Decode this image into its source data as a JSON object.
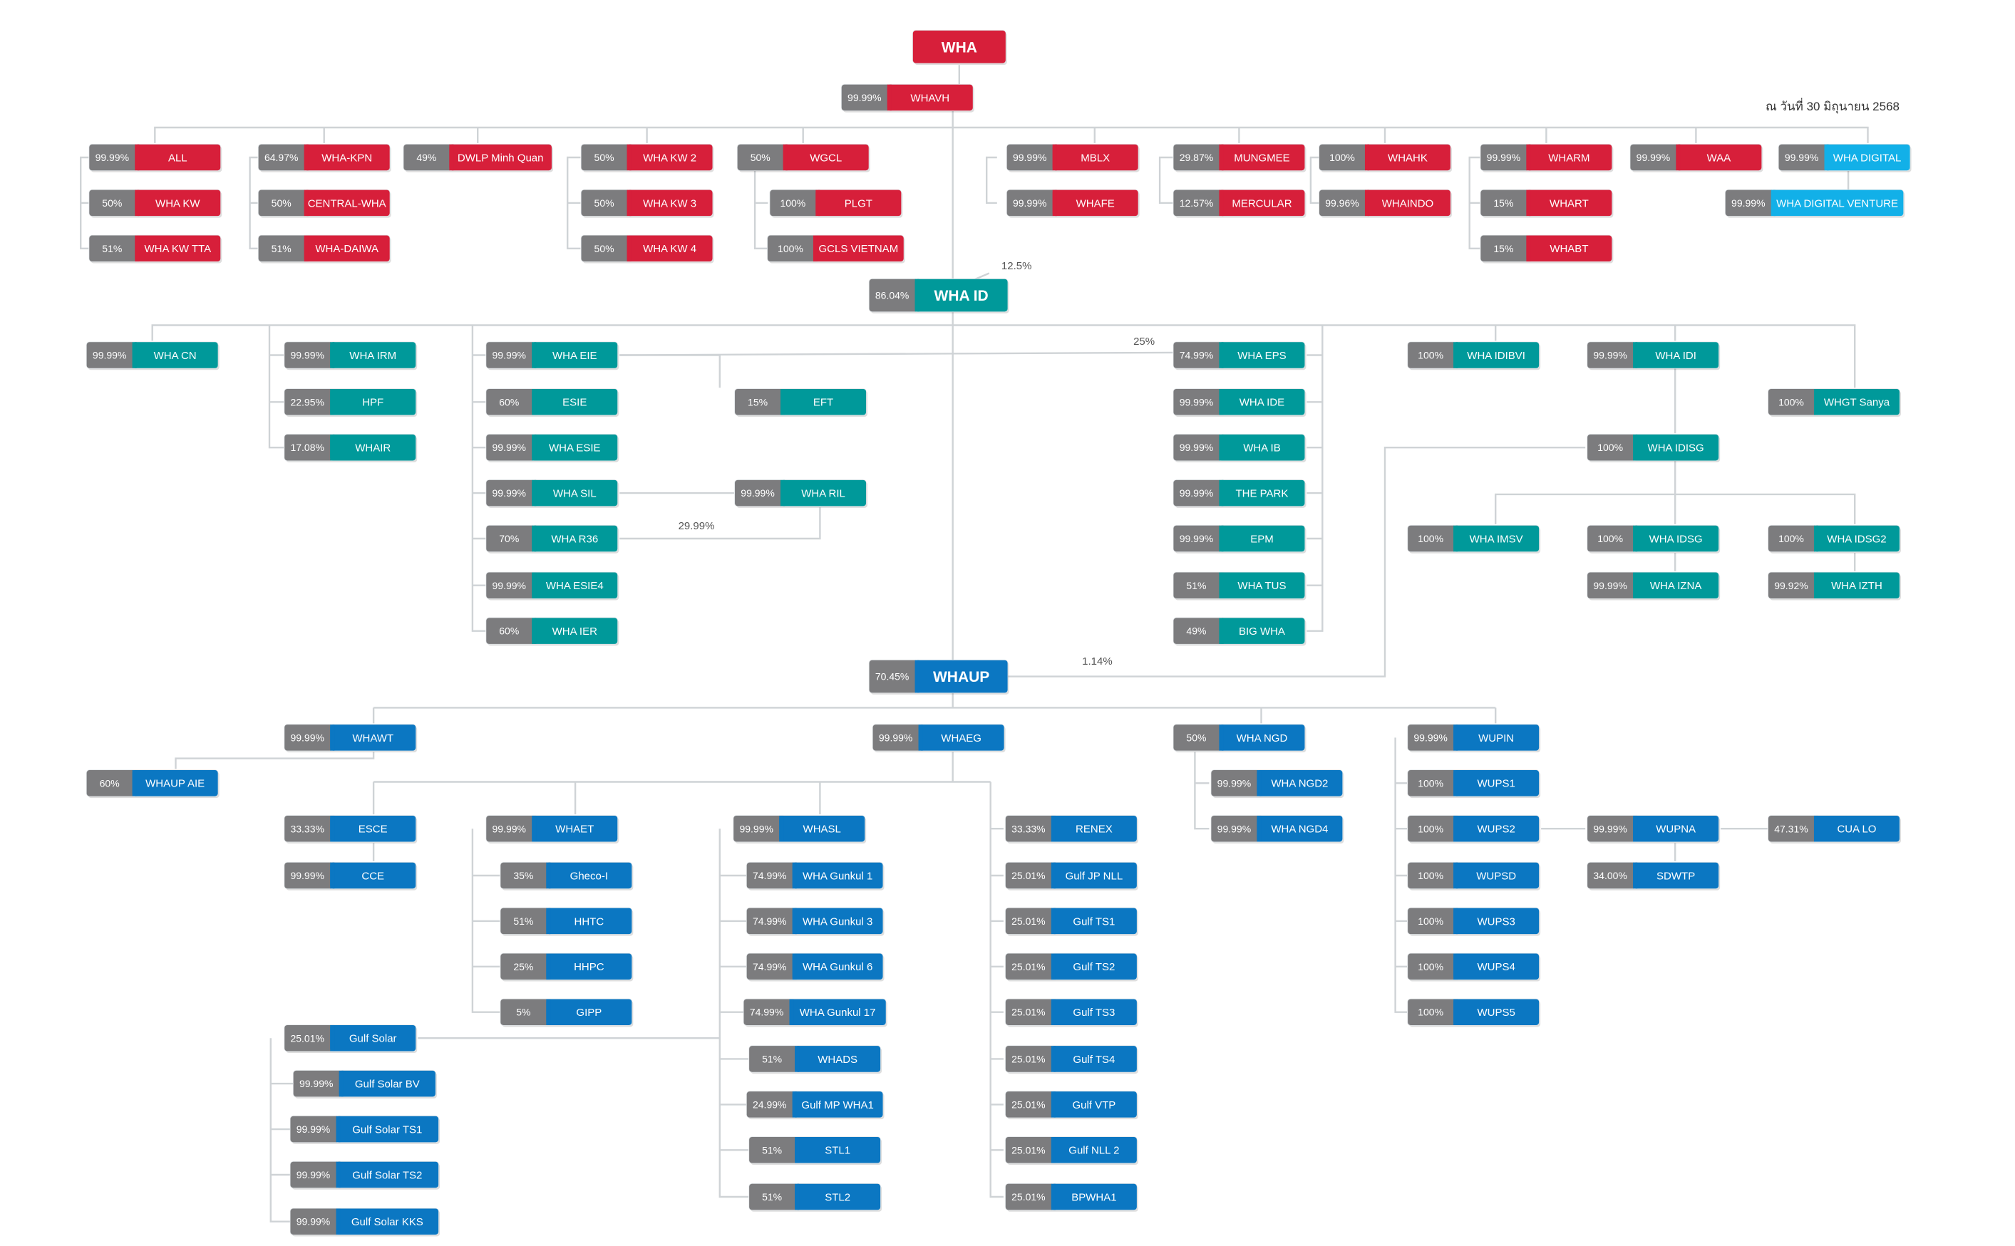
{
  "date_label": "ณ วันที่ 30 มิถุนายน 2568",
  "colors": {
    "red": "#d71f3a",
    "teal": "#00999a",
    "blue": "#0b77c2",
    "cyan": "#12b0e8",
    "gray": "#7c7c7e",
    "line": "#cfd3d6"
  },
  "nodes": [
    {
      "id": "wha",
      "name": "WHA",
      "pct": "",
      "color": "red"
    },
    {
      "id": "whavh",
      "name": "WHAVH",
      "pct": "99.99%",
      "color": "red"
    },
    {
      "id": "all",
      "name": "ALL",
      "pct": "99.99%",
      "color": "red"
    },
    {
      "id": "whakw",
      "name": "WHA KW",
      "pct": "50%",
      "color": "red"
    },
    {
      "id": "whakwtta",
      "name": "WHA KW TTA",
      "pct": "51%",
      "color": "red"
    },
    {
      "id": "whakpn",
      "name": "WHA-KPN",
      "pct": "64.97%",
      "color": "red"
    },
    {
      "id": "centralwha",
      "name": "CENTRAL-WHA",
      "pct": "50%",
      "color": "red"
    },
    {
      "id": "whadaiwa",
      "name": "WHA-DAIWA",
      "pct": "51%",
      "color": "red"
    },
    {
      "id": "dwlp",
      "name": "DWLP Minh Quan",
      "pct": "49%",
      "color": "red"
    },
    {
      "id": "whakw2",
      "name": "WHA KW 2",
      "pct": "50%",
      "color": "red"
    },
    {
      "id": "whakw3",
      "name": "WHA KW 3",
      "pct": "50%",
      "color": "red"
    },
    {
      "id": "whakw4",
      "name": "WHA KW 4",
      "pct": "50%",
      "color": "red"
    },
    {
      "id": "wgcl",
      "name": "WGCL",
      "pct": "50%",
      "color": "red"
    },
    {
      "id": "plgt",
      "name": "PLGT",
      "pct": "100%",
      "color": "red"
    },
    {
      "id": "gcls",
      "name": "GCLS VIETNAM",
      "pct": "100%",
      "color": "red"
    },
    {
      "id": "mblx",
      "name": "MBLX",
      "pct": "99.99%",
      "color": "red"
    },
    {
      "id": "whafe",
      "name": "WHAFE",
      "pct": "99.99%",
      "color": "red"
    },
    {
      "id": "mungmee",
      "name": "MUNGMEE",
      "pct": "29.87%",
      "color": "red"
    },
    {
      "id": "mercular",
      "name": "MERCULAR",
      "pct": "12.57%",
      "color": "red"
    },
    {
      "id": "whahk",
      "name": "WHAHK",
      "pct": "100%",
      "color": "red"
    },
    {
      "id": "whaindo",
      "name": "WHAINDO",
      "pct": "99.96%",
      "color": "red"
    },
    {
      "id": "wharm",
      "name": "WHARM",
      "pct": "99.99%",
      "color": "red"
    },
    {
      "id": "whart",
      "name": "WHART",
      "pct": "15%",
      "color": "red"
    },
    {
      "id": "whabt",
      "name": "WHABT",
      "pct": "15%",
      "color": "red"
    },
    {
      "id": "waa",
      "name": "WAA",
      "pct": "99.99%",
      "color": "red"
    },
    {
      "id": "whadigital",
      "name": "WHA DIGITAL",
      "pct": "99.99%",
      "color": "cyan"
    },
    {
      "id": "whadigitalventure",
      "name": "WHA DIGITAL VENTURE",
      "pct": "99.99%",
      "color": "cyan"
    },
    {
      "id": "whaid",
      "name": "WHA ID",
      "pct": "86.04%",
      "color": "teal"
    },
    {
      "id": "whacn",
      "name": "WHA CN",
      "pct": "99.99%",
      "color": "teal"
    },
    {
      "id": "whairm",
      "name": "WHA IRM",
      "pct": "99.99%",
      "color": "teal"
    },
    {
      "id": "hpf",
      "name": "HPF",
      "pct": "22.95%",
      "color": "teal"
    },
    {
      "id": "whair",
      "name": "WHAIR",
      "pct": "17.08%",
      "color": "teal"
    },
    {
      "id": "whaeie",
      "name": "WHA EIE",
      "pct": "99.99%",
      "color": "teal"
    },
    {
      "id": "esie",
      "name": "ESIE",
      "pct": "60%",
      "color": "teal"
    },
    {
      "id": "whaesie",
      "name": "WHA ESIE",
      "pct": "99.99%",
      "color": "teal"
    },
    {
      "id": "whasil",
      "name": "WHA SIL",
      "pct": "99.99%",
      "color": "teal"
    },
    {
      "id": "whar36",
      "name": "WHA R36",
      "pct": "70%",
      "color": "teal"
    },
    {
      "id": "whaesie4",
      "name": "WHA ESIE4",
      "pct": "99.99%",
      "color": "teal"
    },
    {
      "id": "whaier",
      "name": "WHA IER",
      "pct": "60%",
      "color": "teal"
    },
    {
      "id": "eft",
      "name": "EFT",
      "pct": "15%",
      "color": "teal"
    },
    {
      "id": "wharil",
      "name": "WHA RIL",
      "pct": "99.99%",
      "color": "teal"
    },
    {
      "id": "whaeps",
      "name": "WHA EPS",
      "pct": "74.99%",
      "color": "teal"
    },
    {
      "id": "whaide",
      "name": "WHA IDE",
      "pct": "99.99%",
      "color": "teal"
    },
    {
      "id": "whaib",
      "name": "WHA IB",
      "pct": "99.99%",
      "color": "teal"
    },
    {
      "id": "thepark",
      "name": "THE PARK",
      "pct": "99.99%",
      "color": "teal"
    },
    {
      "id": "epm",
      "name": "EPM",
      "pct": "99.99%",
      "color": "teal"
    },
    {
      "id": "whatus",
      "name": "WHA TUS",
      "pct": "51%",
      "color": "teal"
    },
    {
      "id": "bigwha",
      "name": "BIG WHA",
      "pct": "49%",
      "color": "teal"
    },
    {
      "id": "whaidibvi",
      "name": "WHA IDIBVI",
      "pct": "100%",
      "color": "teal"
    },
    {
      "id": "whaidi",
      "name": "WHA IDI",
      "pct": "99.99%",
      "color": "teal"
    },
    {
      "id": "whgtsanya",
      "name": "WHGT Sanya",
      "pct": "100%",
      "color": "teal"
    },
    {
      "id": "whaidisg",
      "name": "WHA IDISG",
      "pct": "100%",
      "color": "teal"
    },
    {
      "id": "whaimsv",
      "name": "WHA IMSV",
      "pct": "100%",
      "color": "teal"
    },
    {
      "id": "whaidsg",
      "name": "WHA IDSG",
      "pct": "100%",
      "color": "teal"
    },
    {
      "id": "whaidsg2",
      "name": "WHA IDSG2",
      "pct": "100%",
      "color": "teal"
    },
    {
      "id": "whaizna",
      "name": "WHA IZNA",
      "pct": "99.99%",
      "color": "teal"
    },
    {
      "id": "whaizth",
      "name": "WHA IZTH",
      "pct": "99.92%",
      "color": "teal"
    },
    {
      "id": "whaup",
      "name": "WHAUP",
      "pct": "70.45%",
      "color": "blue"
    },
    {
      "id": "whawt",
      "name": "WHAWT",
      "pct": "99.99%",
      "color": "blue"
    },
    {
      "id": "whaupaie",
      "name": "WHAUP AIE",
      "pct": "60%",
      "color": "blue"
    },
    {
      "id": "whaeg",
      "name": "WHAEG",
      "pct": "99.99%",
      "color": "blue"
    },
    {
      "id": "whangd",
      "name": "WHA NGD",
      "pct": "50%",
      "color": "blue"
    },
    {
      "id": "whangd2",
      "name": "WHA NGD2",
      "pct": "99.99%",
      "color": "blue"
    },
    {
      "id": "whangd4",
      "name": "WHA NGD4",
      "pct": "99.99%",
      "color": "blue"
    },
    {
      "id": "wupin",
      "name": "WUPIN",
      "pct": "99.99%",
      "color": "blue"
    },
    {
      "id": "wups1",
      "name": "WUPS1",
      "pct": "100%",
      "color": "blue"
    },
    {
      "id": "wups2",
      "name": "WUPS2",
      "pct": "100%",
      "color": "blue"
    },
    {
      "id": "wupsd",
      "name": "WUPSD",
      "pct": "100%",
      "color": "blue"
    },
    {
      "id": "wups3",
      "name": "WUPS3",
      "pct": "100%",
      "color": "blue"
    },
    {
      "id": "wups4",
      "name": "WUPS4",
      "pct": "100%",
      "color": "blue"
    },
    {
      "id": "wups5",
      "name": "WUPS5",
      "pct": "100%",
      "color": "blue"
    },
    {
      "id": "wupna",
      "name": "WUPNA",
      "pct": "99.99%",
      "color": "blue"
    },
    {
      "id": "sdwtp",
      "name": "SDWTP",
      "pct": "34.00%",
      "color": "blue"
    },
    {
      "id": "cualo",
      "name": "CUA LO",
      "pct": "47.31%",
      "color": "blue"
    },
    {
      "id": "esce",
      "name": "ESCE",
      "pct": "33.33%",
      "color": "blue"
    },
    {
      "id": "cce",
      "name": "CCE",
      "pct": "99.99%",
      "color": "blue"
    },
    {
      "id": "whaet",
      "name": "WHAET",
      "pct": "99.99%",
      "color": "blue"
    },
    {
      "id": "ghecoi",
      "name": "Gheco-I",
      "pct": "35%",
      "color": "blue"
    },
    {
      "id": "hhtc",
      "name": "HHTC",
      "pct": "51%",
      "color": "blue"
    },
    {
      "id": "hhpc",
      "name": "HHPC",
      "pct": "25%",
      "color": "blue"
    },
    {
      "id": "gipp",
      "name": "GIPP",
      "pct": "5%",
      "color": "blue"
    },
    {
      "id": "whasl",
      "name": "WHASL",
      "pct": "99.99%",
      "color": "blue"
    },
    {
      "id": "gunkul1",
      "name": "WHA Gunkul 1",
      "pct": "74.99%",
      "color": "blue"
    },
    {
      "id": "gunkul3",
      "name": "WHA Gunkul 3",
      "pct": "74.99%",
      "color": "blue"
    },
    {
      "id": "gunkul6",
      "name": "WHA Gunkul 6",
      "pct": "74.99%",
      "color": "blue"
    },
    {
      "id": "gunkul17",
      "name": "WHA Gunkul 17",
      "pct": "74.99%",
      "color": "blue"
    },
    {
      "id": "whads",
      "name": "WHADS",
      "pct": "51%",
      "color": "blue"
    },
    {
      "id": "gulfmpwha1",
      "name": "Gulf MP WHA1",
      "pct": "24.99%",
      "color": "blue"
    },
    {
      "id": "stl1",
      "name": "STL1",
      "pct": "51%",
      "color": "blue"
    },
    {
      "id": "stl2",
      "name": "STL2",
      "pct": "51%",
      "color": "blue"
    },
    {
      "id": "renex",
      "name": "RENEX",
      "pct": "33.33%",
      "color": "blue"
    },
    {
      "id": "gulfjpnll",
      "name": "Gulf JP NLL",
      "pct": "25.01%",
      "color": "blue"
    },
    {
      "id": "gulfts1",
      "name": "Gulf  TS1",
      "pct": "25.01%",
      "color": "blue"
    },
    {
      "id": "gulfts2",
      "name": "Gulf TS2",
      "pct": "25.01%",
      "color": "blue"
    },
    {
      "id": "gulfts3",
      "name": "Gulf TS3",
      "pct": "25.01%",
      "color": "blue"
    },
    {
      "id": "gulfts4",
      "name": "Gulf TS4",
      "pct": "25.01%",
      "color": "blue"
    },
    {
      "id": "gulfvtp",
      "name": "Gulf VTP",
      "pct": "25.01%",
      "color": "blue"
    },
    {
      "id": "gulfnll2",
      "name": "Gulf NLL 2",
      "pct": "25.01%",
      "color": "blue"
    },
    {
      "id": "bpwha1",
      "name": "BPWHA1",
      "pct": "25.01%",
      "color": "blue"
    },
    {
      "id": "gulfsolar",
      "name": "Gulf Solar",
      "pct": "25.01%",
      "color": "blue"
    },
    {
      "id": "gulfsolarbv",
      "name": "Gulf Solar BV",
      "pct": "99.99%",
      "color": "blue"
    },
    {
      "id": "gulfsolarts1",
      "name": "Gulf Solar TS1",
      "pct": "99.99%",
      "color": "blue"
    },
    {
      "id": "gulfsolarts2",
      "name": "Gulf Solar TS2",
      "pct": "99.99%",
      "color": "blue"
    },
    {
      "id": "gulfsolarkks",
      "name": "Gulf Solar KKS",
      "pct": "99.99%",
      "color": "blue"
    }
  ],
  "edge_labels": [
    {
      "id": "whaid-cross",
      "text": "12.5%"
    },
    {
      "id": "whaeps-cross",
      "text": "25%"
    },
    {
      "id": "wharil-r36",
      "text": "29.99%"
    },
    {
      "id": "whaidisg-whaup",
      "text": "1.14%"
    }
  ]
}
